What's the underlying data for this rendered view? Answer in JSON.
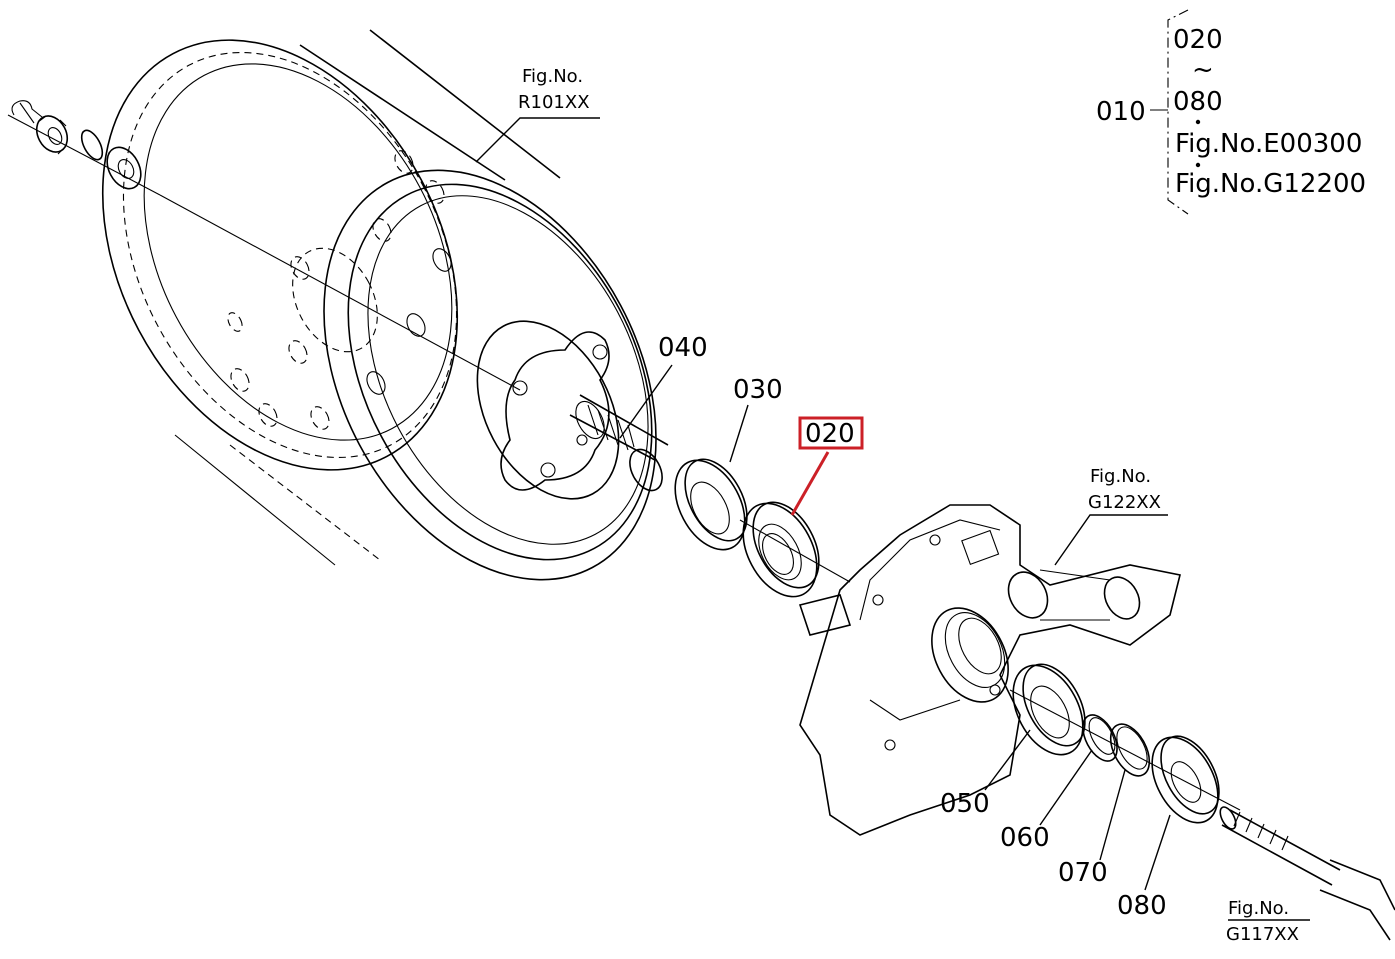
{
  "diagram": {
    "highlight_color": "#cc2027",
    "fig_refs": {
      "rim": {
        "line1": "Fig.No.",
        "line2": "R101XX"
      },
      "knuckle": {
        "line1": "Fig.No.",
        "line2": "G122XX"
      },
      "axle": {
        "line1": "Fig.No.",
        "line2": "G117XX"
      }
    },
    "callouts": {
      "p040": "040",
      "p030": "030",
      "p020": "020",
      "p050": "050",
      "p060": "060",
      "p070": "070",
      "p080": "080"
    },
    "assembly_bracket": {
      "parent": "010",
      "range_start": "020",
      "range_tilde": "~",
      "range_end": "080",
      "ref1": "Fig.No.E00300",
      "ref2": "Fig.No.G12200"
    }
  }
}
